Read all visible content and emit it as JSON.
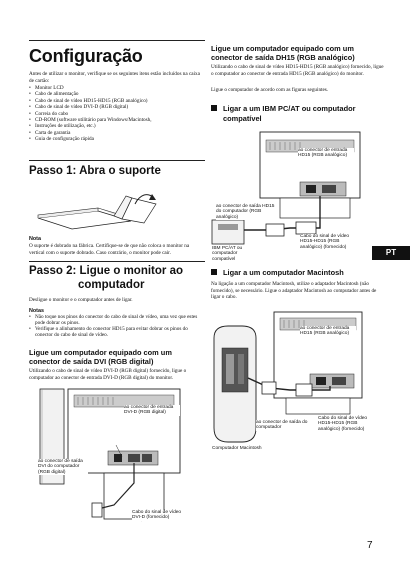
{
  "title": "Configuração",
  "intro": "Antes de utilizar o monitor, verifique se os seguintes itens estão incluídos na caixa de cartão:",
  "box_items": [
    "Monitor LCD",
    "Cabo de alimentação",
    "Cabo de sinal de vídeo HD15-HD15 (RGB analógico)",
    "Cabo de sinal de vídeo DVI-D (RGB digital)",
    "Correia do cabo",
    "CD-ROM (software utilitário para Windows/Macintosh,",
    "Instruções de utilização, etc.)",
    "Carta de garantia",
    "Guia de configuração rápida"
  ],
  "step1": {
    "title": "Passo 1: Abra o suporte",
    "note_heading": "Nota",
    "note_text": "O suporte é dobrado na fábrica. Certifique-se de que não coloca o monitor na vertical com o suporte dobrado. Caso contrário, o monitor pode cair."
  },
  "step2": {
    "title_line1": "Passo 2: Ligue o monitor ao",
    "title_line2": "computador",
    "intro": "Desligue o monitor e o computador antes de ligar.",
    "notes_heading": "Notas",
    "notes": [
      "Não toque nos pinos do conector do cabo de sinal de vídeo, uma vez que estes pode dobrar os pinos.",
      "Verifique o alinhamento do conector HD15 para evitar dobrar os pinos do conector do cabo de sinal de vídeo."
    ]
  },
  "dvi": {
    "heading": "Ligue um computador equipado com um conector de saída DVI (RGB digital)",
    "text": "Utilizando o cabo de sinal de vídeo DVI-D (RGB digital) fornecido, ligue o computador ao conector de entrada DVI-D (RGB digital) do monitor.",
    "label_input": "ao conector de entrada DVI-D (RGB digital)",
    "label_output": "ao conector de saída DVI do computador (RGB digital)",
    "label_cable": "Cabo do sinal de vídeo DVI-D (fornecido)"
  },
  "dh15": {
    "heading": "Ligue um computador equipado com um conector de saída DH15 (RGB analógico)",
    "text": "Utilizando o cabo de sinal de vídeo HD15-HD15 (RGB analógico) fornecido, ligue o computador ao conector de entrada HD15 (RGB analógico) do monitor.",
    "text2": "Ligue o computador de acordo com as figuras seguintes."
  },
  "ibm": {
    "heading_line1": "Ligar a um IBM PC/AT ou computador",
    "heading_line2": "compatível",
    "label_input": "ao conector de entrada HD15 (RGB analógico)",
    "label_output": "ao conector de saída HD15 do computador (RGB analógico)",
    "label_pc": "IBM PC/AT ou computador compatível",
    "label_cable": "Cabo do sinal de vídeo HD15-HD15 (RGB analógico) (fornecido)"
  },
  "mac": {
    "heading": "Ligar a um computador Macintosh",
    "text": "Na ligação a um computador Macintosh, utilize o adaptador Macintosh (não fornecido), se necessário. Ligue o adaptador Macintosh ao computador antes de ligar o cabo.",
    "label_input": "ao conector de entrada HD15 (RGB analógico)",
    "label_output": "ao conector de saída do computador",
    "label_cable": "Cabo do sinal de vídeo HD15-HD15 (RGB analógico) (fornecido)",
    "label_computer": "Computador Macintosh"
  },
  "lang_tab": "PT",
  "page_number": "7"
}
